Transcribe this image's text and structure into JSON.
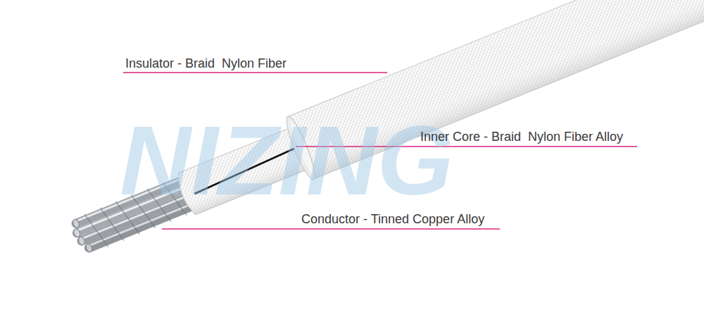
{
  "diagram": {
    "labels": [
      "NIZING",
      "Insulator - Braid  Nylon Fiber",
      "Inner Core - Braid  Nylon Fiber Alloy",
      "Conductor - Tinned Copper Alloy"
    ]
  }
}
